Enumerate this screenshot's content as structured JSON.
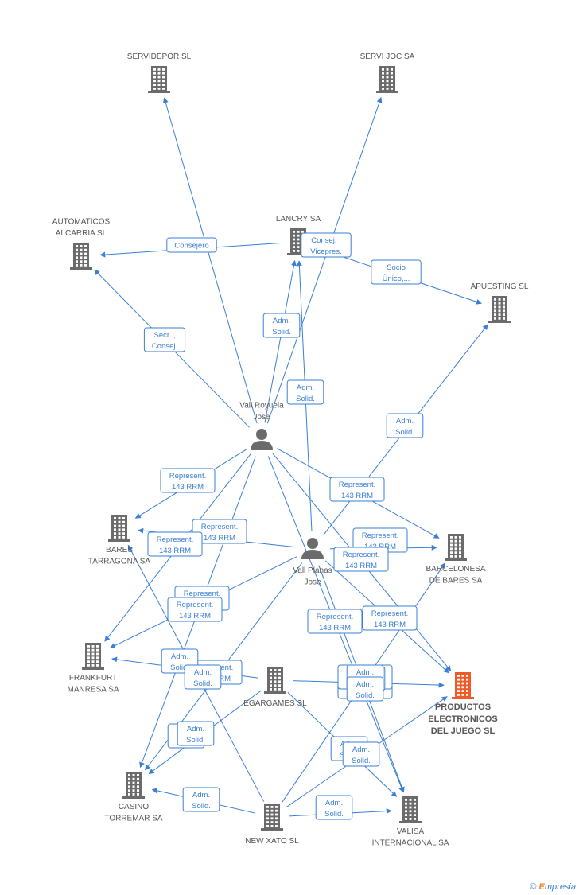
{
  "nodes": [
    {
      "id": "servidepor",
      "type": "company",
      "label": [
        "SERVIDEPOR SL"
      ]
    },
    {
      "id": "servijoc",
      "type": "company",
      "label": [
        "SERVI JOC SA"
      ]
    },
    {
      "id": "automaticos",
      "type": "company",
      "label": [
        "AUTOMATICOS",
        "ALCARRIA SL"
      ]
    },
    {
      "id": "lancry",
      "type": "company",
      "label": [
        "LANCRY SA"
      ]
    },
    {
      "id": "apuesting",
      "type": "company",
      "label": [
        "APUESTING SL"
      ]
    },
    {
      "id": "royuela",
      "type": "person",
      "label": [
        "Vall Royuela",
        "Jose"
      ]
    },
    {
      "id": "planas",
      "type": "person",
      "label": [
        "Vall Planas",
        "Jose"
      ]
    },
    {
      "id": "bares",
      "type": "company",
      "label": [
        "BARES",
        "TARRAGONA SA"
      ]
    },
    {
      "id": "barcelonesa",
      "type": "company",
      "label": [
        "BARCELONESA",
        "DE BARES SA"
      ]
    },
    {
      "id": "frankfurt",
      "type": "company",
      "label": [
        "FRANKFURT",
        "MANRESA SA"
      ]
    },
    {
      "id": "egargames",
      "type": "company",
      "label": [
        "EGARGAMES SL"
      ]
    },
    {
      "id": "productos",
      "type": "company-main",
      "label": [
        "PRODUCTOS",
        "ELECTRONICOS",
        "DEL JUEGO SL"
      ]
    },
    {
      "id": "casino",
      "type": "company",
      "label": [
        "CASINO",
        "TORREMAR SA"
      ]
    },
    {
      "id": "newxato",
      "type": "company",
      "label": [
        "NEW XATO SL"
      ]
    },
    {
      "id": "valisa",
      "type": "company",
      "label": [
        "VALISA",
        "INTERNACIONAL SA"
      ]
    }
  ],
  "edges": [
    {
      "from": "royuela",
      "to": "servidepor"
    },
    {
      "from": "royuela",
      "to": "servijoc"
    },
    {
      "from": "lancry",
      "to": "automaticos"
    },
    {
      "from": "royuela",
      "to": "automaticos"
    },
    {
      "from": "royuela",
      "to": "lancry"
    },
    {
      "from": "planas",
      "to": "lancry"
    },
    {
      "from": "lancry",
      "to": "apuesting"
    },
    {
      "from": "planas",
      "to": "apuesting"
    },
    {
      "from": "royuela",
      "to": "bares"
    },
    {
      "from": "royuela",
      "to": "barcelonesa"
    },
    {
      "from": "planas",
      "to": "bares"
    },
    {
      "from": "planas",
      "to": "barcelonesa"
    },
    {
      "from": "royuela",
      "to": "frankfurt"
    },
    {
      "from": "planas",
      "to": "frankfurt"
    },
    {
      "from": "royuela",
      "to": "productos"
    },
    {
      "from": "planas",
      "to": "productos"
    },
    {
      "from": "royuela",
      "to": "casino"
    },
    {
      "from": "planas",
      "to": "casino"
    },
    {
      "from": "royuela",
      "to": "valisa"
    },
    {
      "from": "planas",
      "to": "valisa"
    },
    {
      "from": "newxato",
      "to": "casino"
    },
    {
      "from": "newxato",
      "to": "valisa"
    },
    {
      "from": "newxato",
      "to": "productos"
    },
    {
      "from": "newxato",
      "to": "barcelonesa"
    },
    {
      "from": "egargames",
      "to": "productos"
    },
    {
      "from": "egargames",
      "to": "frankfurt"
    },
    {
      "from": "egargames",
      "to": "casino"
    },
    {
      "from": "newxato",
      "to": "bares"
    },
    {
      "from": "egargames",
      "to": "valisa"
    }
  ],
  "edge_labels": [
    {
      "lines": [
        "Represent.",
        "143 RRM"
      ]
    },
    {
      "lines": [
        "Consejero"
      ]
    },
    {
      "lines": [
        "Consej. ,",
        "Vicepres."
      ]
    },
    {
      "lines": [
        "Socio",
        "Único,..."
      ]
    },
    {
      "lines": [
        "Secr. ,",
        "Consej."
      ]
    },
    {
      "lines": [
        "Adm.",
        "Solid."
      ]
    },
    {
      "lines": [
        "Adm.",
        "Solid."
      ]
    },
    {
      "lines": [
        "Adm.",
        "Solid."
      ]
    },
    {
      "lines": [
        "Represent.",
        "143 RRM"
      ]
    },
    {
      "lines": [
        "Represent.",
        "143 RRM"
      ]
    },
    {
      "lines": [
        "Represent.",
        "143 RRM"
      ]
    },
    {
      "lines": [
        "Represent.",
        "143 RRM"
      ]
    },
    {
      "lines": [
        "Represent.",
        "143 RRM"
      ]
    },
    {
      "lines": [
        "Represent.",
        "143 RRM"
      ]
    },
    {
      "lines": [
        "Represent.",
        "143 RRM"
      ]
    },
    {
      "lines": [
        "Represent.",
        "143 RRM"
      ]
    },
    {
      "lines": [
        "Represent.",
        "143 RRM"
      ]
    },
    {
      "lines": [
        "Represent.",
        "143 RRM"
      ]
    },
    {
      "lines": [
        "Represent.",
        "143 RRM"
      ]
    },
    {
      "lines": [
        "Represent.",
        "143 RRM"
      ]
    },
    {
      "lines": [
        "Adm.",
        "Solid."
      ]
    },
    {
      "lines": [
        "Adm.",
        "Solid."
      ]
    },
    {
      "lines": [
        "Adm.",
        "Solid."
      ]
    },
    {
      "lines": [
        "Adm.",
        "Solid."
      ]
    },
    {
      "lines": [
        "Adm.",
        "Solid."
      ]
    },
    {
      "lines": [
        "Adm.",
        "Solid."
      ]
    },
    {
      "lines": [
        "Adm.",
        "Solid."
      ]
    },
    {
      "lines": [
        "Adm.",
        "Solid."
      ]
    },
    {
      "lines": [
        "Adm.",
        "Solid."
      ]
    },
    {
      "lines": [
        "Adm.",
        "Solid."
      ]
    },
    {
      "lines": [
        "Adm.",
        "Solid."
      ]
    }
  ],
  "colors": {
    "edge": "#3a7fd5",
    "company_icon": "#6b6b6b",
    "main_icon": "#f05a28",
    "person_icon": "#6b6b6b"
  },
  "footer": {
    "copyright": "©",
    "brand_initial": "E",
    "brand_rest": "mpresia"
  }
}
